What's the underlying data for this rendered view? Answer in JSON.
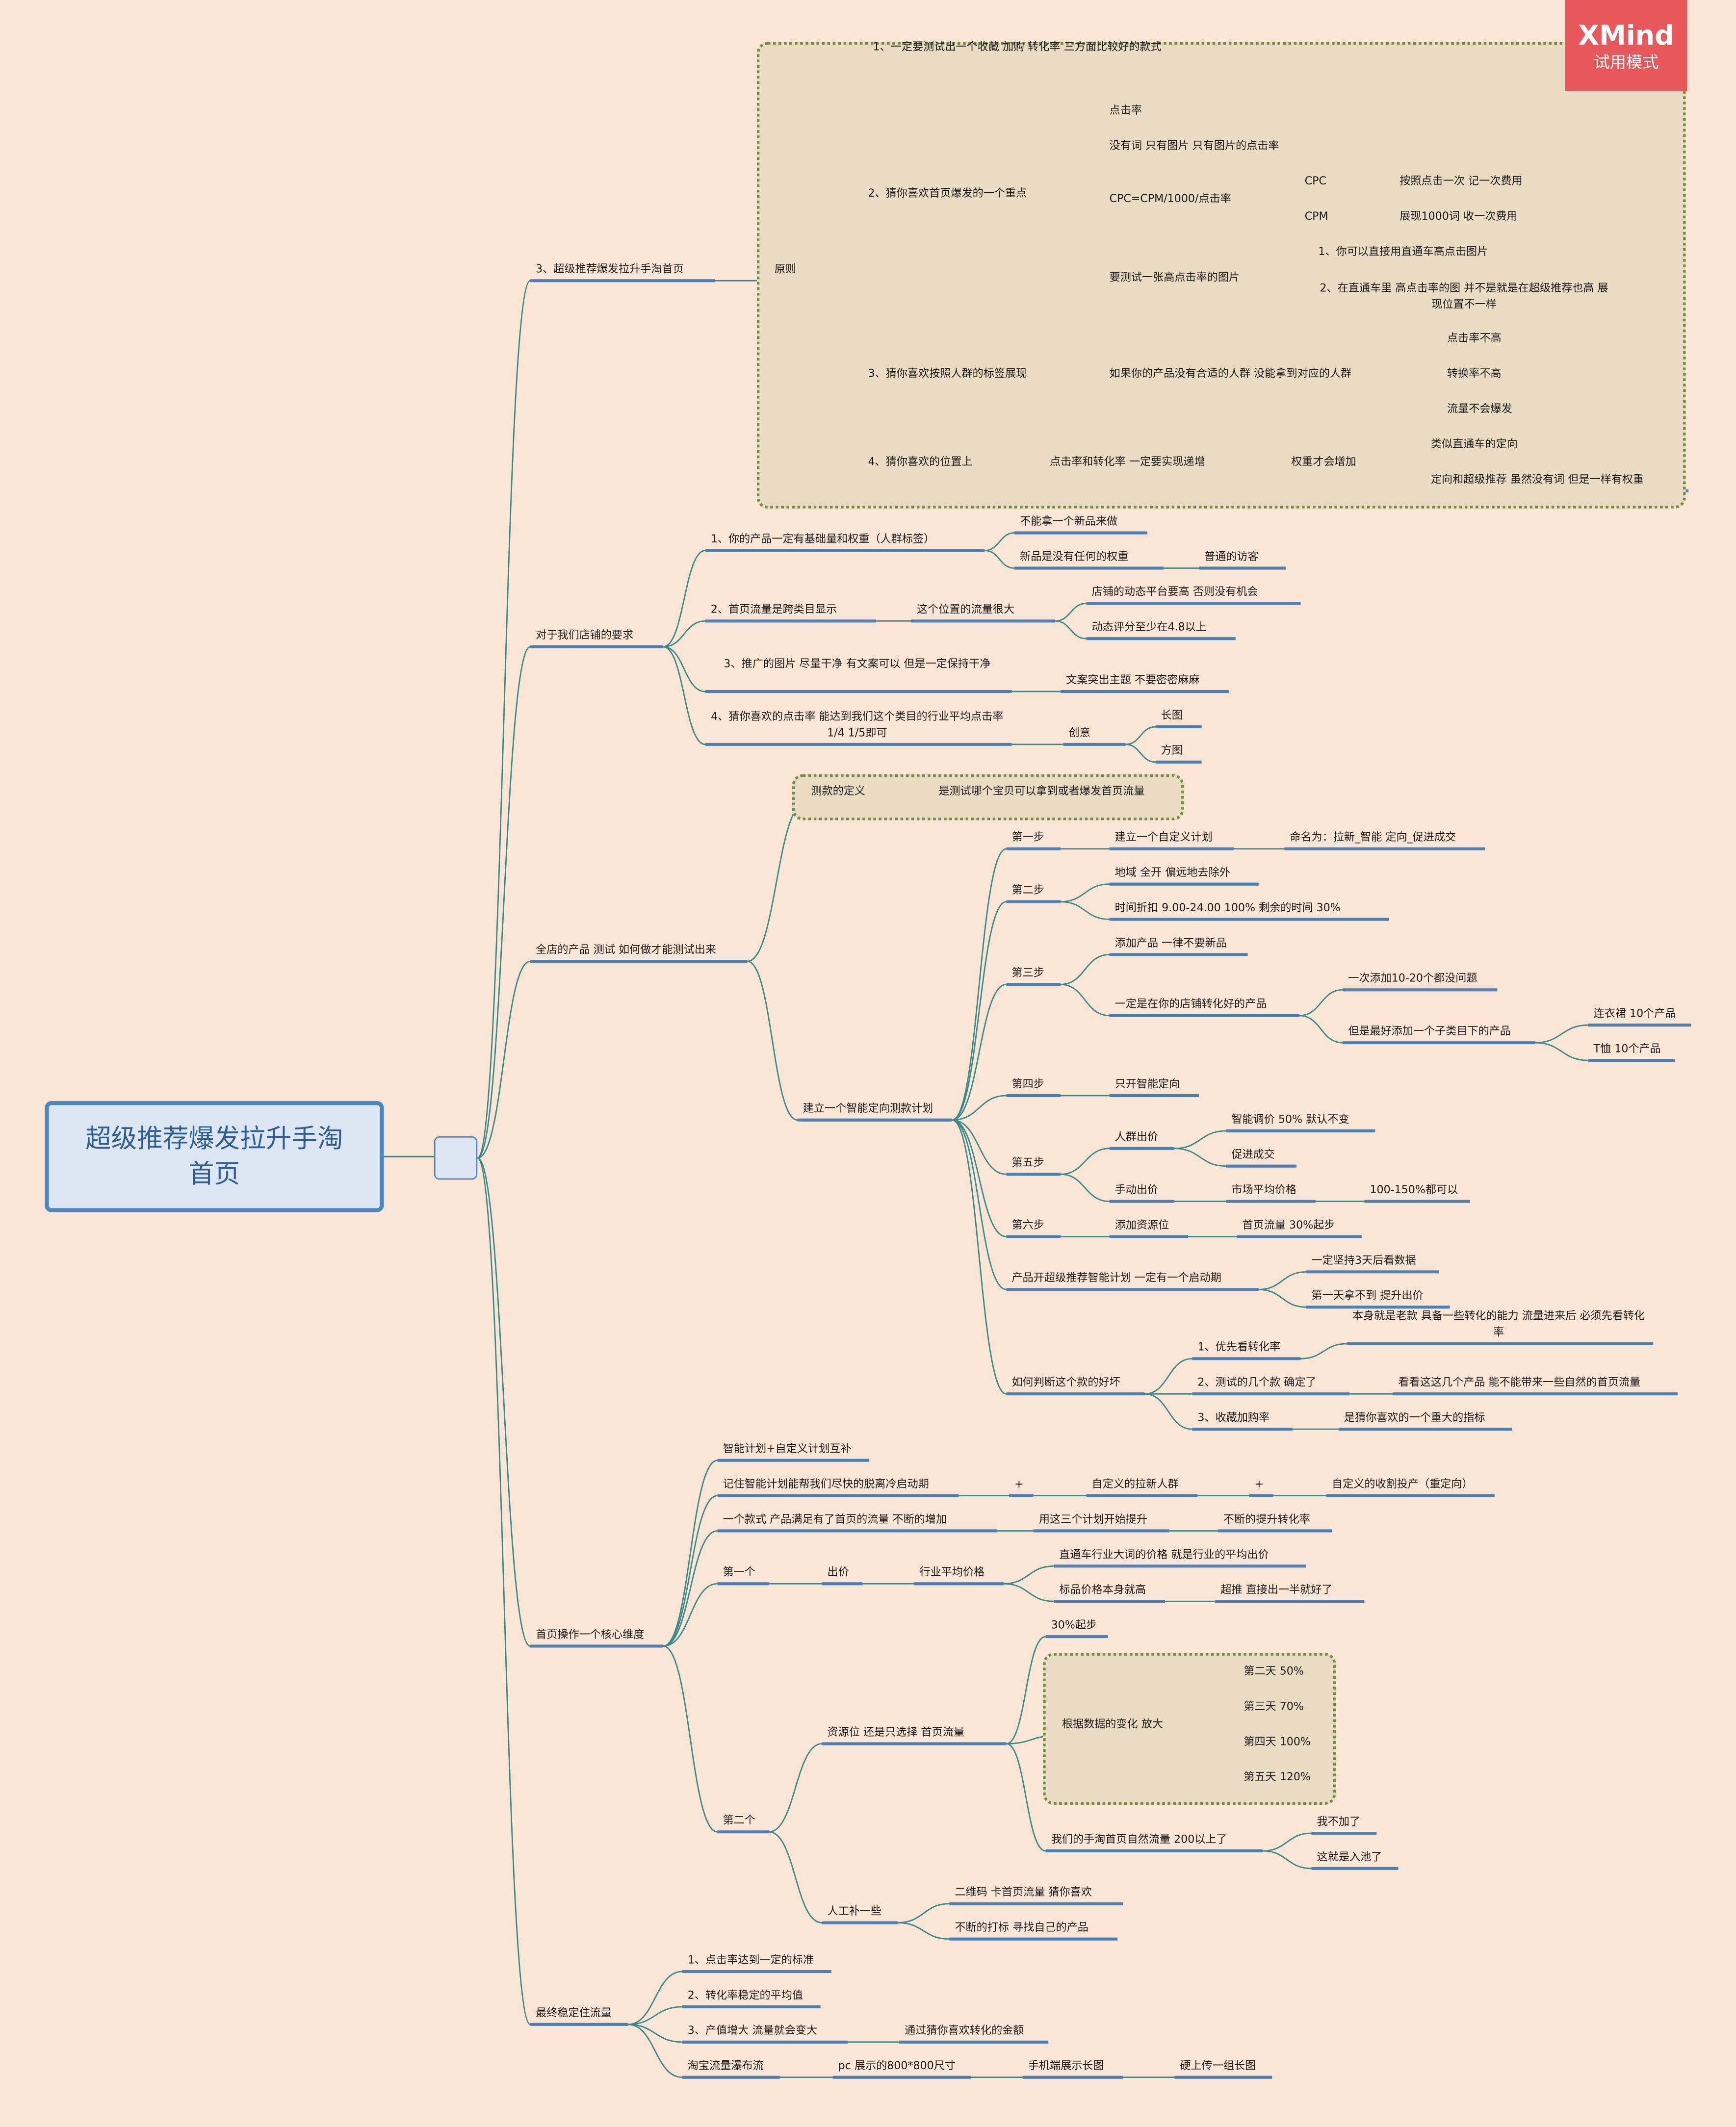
{
  "root_title": "超级推荐爆发拉升手淘首页",
  "watermark": {
    "brand": "XMind",
    "mode": "试用模式"
  },
  "nodes": [
    {
      "id": "b1",
      "t": "3、超级推荐爆发拉升手淘首页"
    },
    {
      "id": "yz",
      "t": "原则"
    },
    {
      "id": "y1",
      "t": "1、一定要测试出一个收藏  加购  转化率  三方面比较好的款式"
    },
    {
      "id": "y2",
      "t": "2、猜你喜欢首页爆发的一个重点"
    },
    {
      "id": "y2a",
      "t": "点击率"
    },
    {
      "id": "y2b",
      "t": "没有词  只有图片      只有图片的点击率"
    },
    {
      "id": "y2c",
      "t": "CPC=CPM/1000/点击率"
    },
    {
      "id": "cpc",
      "t": "CPC"
    },
    {
      "id": "cpcd",
      "t": "按照点击一次   记一次费用"
    },
    {
      "id": "cpm",
      "t": "CPM"
    },
    {
      "id": "cpmd",
      "t": "展现1000词  收一次费用"
    },
    {
      "id": "y2d",
      "t": "要测试一张高点击率的图片"
    },
    {
      "id": "y2d1",
      "t": "1、你可以直接用直通车高点击图片"
    },
    {
      "id": "y2d2",
      "t": "2、在直通车里   高点击率的图  并不是就是在超级推荐也高     展现位置不一样"
    },
    {
      "id": "y3",
      "t": "3、猜你喜欢按照人群的标签展现"
    },
    {
      "id": "y3a",
      "t": "如果你的产品没有合适的人群    没能拿到对应的人群"
    },
    {
      "id": "y3a1",
      "t": "点击率不高"
    },
    {
      "id": "y3a2",
      "t": "转换率不高"
    },
    {
      "id": "y3a3",
      "t": "流量不会爆发"
    },
    {
      "id": "y4",
      "t": "4、猜你喜欢的位置上"
    },
    {
      "id": "y4a",
      "t": "点击率和转化率   一定要实现递增"
    },
    {
      "id": "y4b",
      "t": "权重才会增加"
    },
    {
      "id": "y4b1",
      "t": "类似直通车的定向"
    },
    {
      "id": "y4b2",
      "t": "定向和超级推荐    虽然没有词  但是一样有权重"
    },
    {
      "id": "b2",
      "t": "对于我们店铺的要求"
    },
    {
      "id": "d1",
      "t": "1、你的产品一定有基础量和权重（人群标签）"
    },
    {
      "id": "d1a",
      "t": "不能拿一个新品来做"
    },
    {
      "id": "d1b",
      "t": "新品是没有任何的权重"
    },
    {
      "id": "d1b1",
      "t": "普通的访客"
    },
    {
      "id": "d2",
      "t": "2、首页流量是跨类目显示"
    },
    {
      "id": "d2a",
      "t": "这个位置的流量很大"
    },
    {
      "id": "d2a1",
      "t": "店铺的动态平台要高    否则没有机会"
    },
    {
      "id": "d2a2",
      "t": "动态评分至少在4.8以上"
    },
    {
      "id": "d3",
      "t": "3、推广的图片  尽量干净    有文案可以    但是一定保持干净"
    },
    {
      "id": "d3a",
      "t": "文案突出主题   不要密密麻麻"
    },
    {
      "id": "d4",
      "t": "4、猜你喜欢的点击率     能达到我们这个类目的行业平均点击率     1/4   1/5即可"
    },
    {
      "id": "d4a",
      "t": "创意"
    },
    {
      "id": "d4a1",
      "t": "长图"
    },
    {
      "id": "d4a2",
      "t": "方图"
    },
    {
      "id": "b3",
      "t": "全店的产品  测试  如何做才能测试出来"
    },
    {
      "id": "cs",
      "t": "测款的定义"
    },
    {
      "id": "csd",
      "t": "是测试哪个宝贝可以拿到或者爆发首页流量"
    },
    {
      "id": "jl",
      "t": "建立一个智能定向测款计划"
    },
    {
      "id": "s1",
      "t": "第一步"
    },
    {
      "id": "s1a",
      "t": "建立一个自定义计划"
    },
    {
      "id": "s1b",
      "t": "命名为：拉新_智能  定向_促进成交"
    },
    {
      "id": "s2",
      "t": "第二步"
    },
    {
      "id": "s2a",
      "t": "地域  全开    偏远地去除外"
    },
    {
      "id": "s2b",
      "t": "时间折扣    9.00-24.00    100%    剩余的时间      30%"
    },
    {
      "id": "s3",
      "t": "第三步"
    },
    {
      "id": "s3a",
      "t": "添加产品   一律不要新品"
    },
    {
      "id": "s3b",
      "t": "一定是在你的店铺转化好的产品"
    },
    {
      "id": "s3b1",
      "t": "一次添加10-20个都没问题"
    },
    {
      "id": "s3b2",
      "t": "但是最好添加一个子类目下的产品"
    },
    {
      "id": "s3b2a",
      "t": "连衣裙    10个产品"
    },
    {
      "id": "s3b2b",
      "t": "T恤   10个产品"
    },
    {
      "id": "s4",
      "t": "第四步"
    },
    {
      "id": "s4a",
      "t": "只开智能定向"
    },
    {
      "id": "s5",
      "t": "第五步"
    },
    {
      "id": "s5a",
      "t": "人群出价"
    },
    {
      "id": "s5a1",
      "t": "智能调价  50%    默认不变"
    },
    {
      "id": "s5a2",
      "t": "促进成交"
    },
    {
      "id": "s5b",
      "t": "手动出价"
    },
    {
      "id": "s5b1",
      "t": "市场平均价格"
    },
    {
      "id": "s5b2",
      "t": "100-150%都可以"
    },
    {
      "id": "s6",
      "t": "第六步"
    },
    {
      "id": "s6a",
      "t": "添加资源位"
    },
    {
      "id": "s6b",
      "t": "首页流量    30%起步"
    },
    {
      "id": "s7",
      "t": "产品开超级推荐智能计划    一定有一个启动期"
    },
    {
      "id": "s7a",
      "t": "一定坚持3天后看数据"
    },
    {
      "id": "s7b",
      "t": "第一天拿不到      提升出价"
    },
    {
      "id": "s8",
      "t": "如何判断这个款的好坏"
    },
    {
      "id": "s8a",
      "t": "1、优先看转化率"
    },
    {
      "id": "s8a1",
      "t": "本身就是老款    具备一些转化的能力   流量进来后  必须先看转化率"
    },
    {
      "id": "s8b",
      "t": "2、测试的几个款    确定了"
    },
    {
      "id": "s8b1",
      "t": "看看这这几个产品    能不能带来一些自然的首页流量"
    },
    {
      "id": "s8c",
      "t": "3、收藏加购率"
    },
    {
      "id": "s8c1",
      "t": "是猜你喜欢的一个重大的指标"
    },
    {
      "id": "b4",
      "t": "首页操作一个核心维度"
    },
    {
      "id": "h1",
      "t": "智能计划+自定义计划互补"
    },
    {
      "id": "h2",
      "t": "记住智能计划能帮我们尽快的脱离冷启动期"
    },
    {
      "id": "h2p1",
      "t": "+"
    },
    {
      "id": "h2a",
      "t": "自定义的拉新人群"
    },
    {
      "id": "h2p2",
      "t": "+"
    },
    {
      "id": "h2b",
      "t": "自定义的收割投产（重定向）"
    },
    {
      "id": "h3",
      "t": "一个款式  产品满足有了首页的流量    不断的增加"
    },
    {
      "id": "h3a",
      "t": "用这三个计划开始提升"
    },
    {
      "id": "h3b",
      "t": "不断的提升转化率"
    },
    {
      "id": "h4",
      "t": "第一个"
    },
    {
      "id": "h4a",
      "t": "出价"
    },
    {
      "id": "h4b",
      "t": "行业平均价格"
    },
    {
      "id": "h4b1",
      "t": "直通车行业大词的价格    就是行业的平均出价"
    },
    {
      "id": "h4b2",
      "t": "标品价格本身就高"
    },
    {
      "id": "h4b2a",
      "t": "超推     直接出一半就好了"
    },
    {
      "id": "h5",
      "t": "第二个"
    },
    {
      "id": "h5a",
      "t": "资源位    还是只选择    首页流量"
    },
    {
      "id": "h5a1",
      "t": "30%起步"
    },
    {
      "id": "h5a2",
      "t": "根据数据的变化    放大"
    },
    {
      "id": "h5a2a",
      "t": "第二天      50%"
    },
    {
      "id": "h5a2b",
      "t": "第三天    70%"
    },
    {
      "id": "h5a2c",
      "t": "第四天    100%"
    },
    {
      "id": "h5a2d",
      "t": "第五天    120%"
    },
    {
      "id": "h5a3",
      "t": "我们的手淘首页自然流量       200以上了"
    },
    {
      "id": "h5a3a",
      "t": "我不加了"
    },
    {
      "id": "h5a3b",
      "t": "这就是入池了"
    },
    {
      "id": "h5b",
      "t": "人工补一些"
    },
    {
      "id": "h5b1",
      "t": "二维码  卡首页流量    猜你喜欢"
    },
    {
      "id": "h5b2",
      "t": "不断的打标    寻找自己的产品"
    },
    {
      "id": "b5",
      "t": "最终稳定住流量"
    },
    {
      "id": "w1",
      "t": "1、点击率达到一定的标准"
    },
    {
      "id": "w2",
      "t": "2、转化率稳定的平均值"
    },
    {
      "id": "w3",
      "t": "3、产值增大     流量就会变大"
    },
    {
      "id": "w3a",
      "t": "通过猜你喜欢转化的金额"
    },
    {
      "id": "w4",
      "t": "淘宝流量瀑布流"
    },
    {
      "id": "w4a",
      "t": "pc  展示的800*800尺寸"
    },
    {
      "id": "w4b",
      "t": "手机端展示长图"
    },
    {
      "id": "w4c",
      "t": "硬上传一组长图"
    }
  ],
  "colors": {
    "background": "#fbe6d6",
    "branch_line": "#4a7fb8",
    "connector": "#3a8a8a",
    "box_border": "#6f8f3e",
    "box_fill": "#eadcc2",
    "root_fill": "#dce6f2",
    "root_border": "#4a86c8",
    "badge": "#e8585b"
  }
}
